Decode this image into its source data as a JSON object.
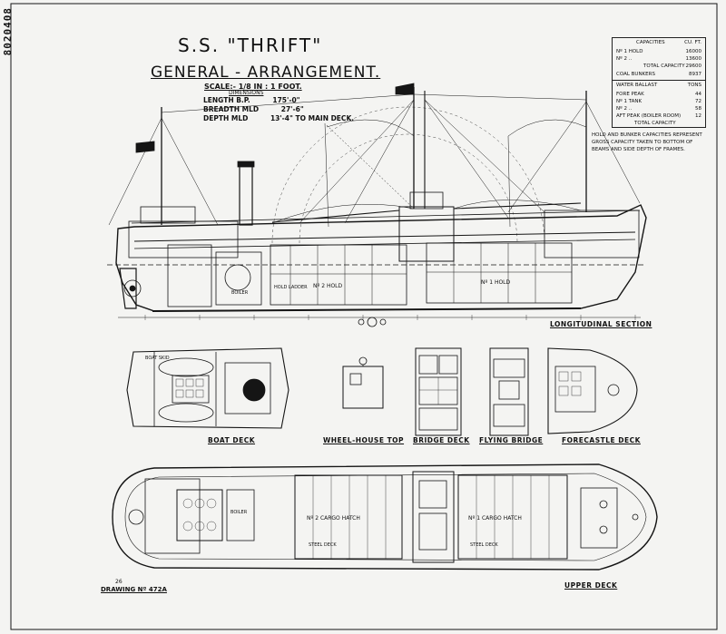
{
  "side_code": "8020408",
  "title": "S.S. \"THRIFT\"",
  "subtitle": "GENERAL - ARRANGEMENT.",
  "scale": "SCALE:- 1/8 IN : 1 FOOT.",
  "dimensions_heading": "DIMENSIONS",
  "dimensions": [
    {
      "label": "LENGTH B.P.",
      "value": "175'-0\""
    },
    {
      "label": "BREADTH MLD",
      "value": "27'-6\""
    },
    {
      "label": "DEPTH MLD",
      "value": "13'-4\" TO MAIN DECK."
    }
  ],
  "capacities": {
    "heading": "CAPACITIES",
    "unit": "CU. FT.",
    "rows": [
      {
        "label": "Nº 1 HOLD",
        "value": "16000"
      },
      {
        "label": "Nº 2 ..",
        "value": "13600"
      },
      {
        "label": "TOTAL CAPACITY",
        "value": "29600"
      },
      {
        "label": "COAL BUNKERS",
        "value": "8937"
      }
    ],
    "ballast_heading": "WATER BALLAST",
    "ballast_unit": "TONS",
    "ballast_rows": [
      {
        "label": "FORE PEAK",
        "value": "44"
      },
      {
        "label": "Nº 1 TANK",
        "value": "72"
      },
      {
        "label": "Nº 2 ..",
        "value": "58"
      },
      {
        "label": "AFT PEAK (BOILER ROOM)",
        "value": "12"
      }
    ],
    "total_label": "TOTAL CAPACITY"
  },
  "capacity_note": "HOLD AND BUNKER CAPACITIES REPRESENT GROSS CAPACITY TAKEN TO BOTTOM OF BEAMS AND SIDE DEPTH OF FRAMES.",
  "section_labels": {
    "longitudinal": "LONGITUDINAL SECTION",
    "boat_deck": "BOAT DECK",
    "wheelhouse_top": "WHEEL-HOUSE TOP",
    "bridge_deck": "BRIDGE DECK",
    "flying_bridge": "FLYING BRIDGE",
    "forecastle_deck": "FORECASTLE DECK",
    "upper_deck": "UPPER DECK"
  },
  "hold_labels": {
    "no2_hold": "Nº 2 HOLD",
    "no1_hold": "Nº 1 HOLD",
    "no2_hatch": "Nº 2 CARGO HATCH",
    "no1_hatch": "Nº 1 CARGO HATCH",
    "boiler": "BOILER",
    "hold_ladder": "HOLD LADDER",
    "steel_deck": "STEEL DECK",
    "boat_skid": "BOAT SKID"
  },
  "drawing_no_top": "26",
  "drawing_no": "DRAWING Nº 472A"
}
